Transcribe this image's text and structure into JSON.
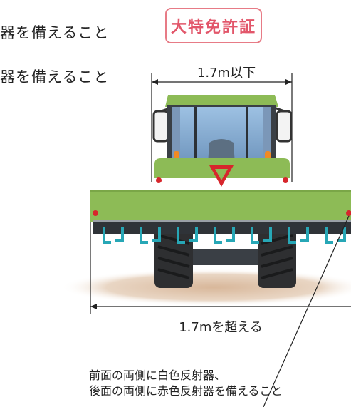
{
  "top_text": {
    "line1": "器を備えること",
    "line2": "器を備えること"
  },
  "license_badge": "大特免許証",
  "tractor_width_label": "1.7m以下",
  "implement_width_label": "1.7mを超える",
  "note": {
    "line1": "前面の両側に白色反射器、",
    "line2": "後面の両側に赤色反射器を備えること"
  },
  "colors": {
    "body_green": "#8dbb56",
    "cab_dark": "#3a3f45",
    "glass": "#8fb4d8",
    "tines": "#27a7b6",
    "reflector_red": "#d7262c",
    "badge_border": "#e77b86"
  }
}
